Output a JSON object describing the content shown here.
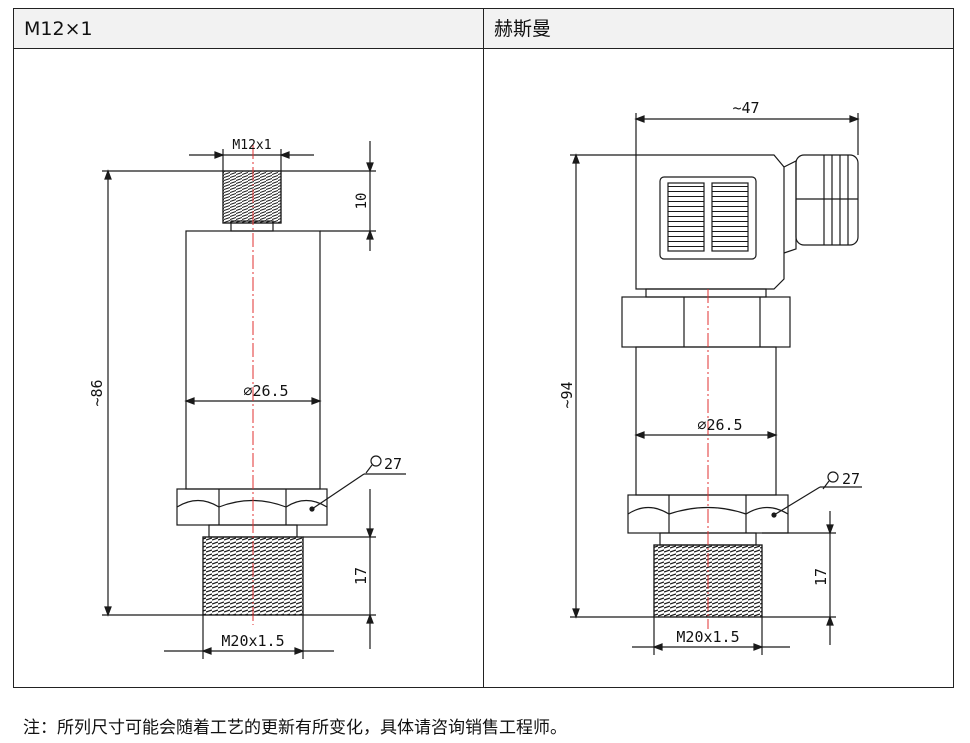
{
  "table": {
    "columns": [
      {
        "header": "M12×1",
        "dimensions": {
          "connector_thread": "M12x1",
          "connector_height": "10",
          "overall_length": "~86",
          "body_diameter": "∅26.5",
          "hex_size": "27",
          "process_thread_length": "17",
          "process_thread": "M20x1.5"
        }
      },
      {
        "header": "赫斯曼",
        "dimensions": {
          "connector_width": "~47",
          "overall_length": "~94",
          "body_diameter": "∅26.5",
          "hex_size": "27",
          "process_thread_length": "17",
          "process_thread": "M20x1.5"
        }
      }
    ]
  },
  "footnote": "注：所列尺寸可能会随着工艺的更新有所变化，具体请咨询销售工程师。",
  "colors": {
    "line": "#1a1a1a",
    "centerline": "#e03030",
    "header_bg": "#f2f2f2"
  },
  "icons": {
    "wrench": "wrench-icon"
  }
}
